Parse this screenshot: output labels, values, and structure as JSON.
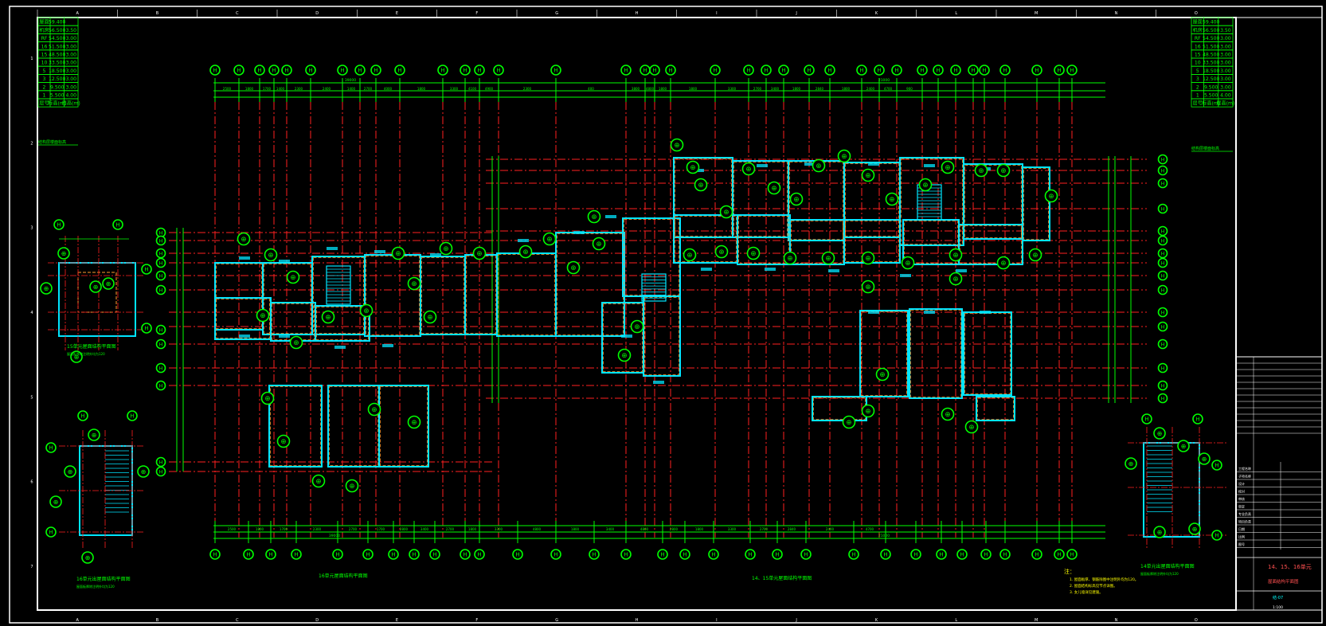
{
  "colors": {
    "background": "#000000",
    "frame": "#ffffff",
    "grid": "#00ff00",
    "axis": "#ff2020",
    "wall": "#00e5ff",
    "beam": "#ff9a2e",
    "note": "#ffff00"
  },
  "grid_labels": {
    "top": [
      "H",
      "H",
      "H",
      "H",
      "H",
      "H",
      "H",
      "H",
      "H",
      "H",
      "H",
      "H",
      "H",
      "H",
      "H",
      "H",
      "H",
      "H",
      "H",
      "H",
      "H",
      "H",
      "H",
      "H",
      "H",
      "H",
      "H",
      "H",
      "H",
      "H",
      "H",
      "H",
      "H",
      "H",
      "H",
      "H",
      "H"
    ],
    "left": [
      "H",
      "H",
      "H",
      "H",
      "H",
      "H",
      "H",
      "H",
      "H",
      "H",
      "H"
    ],
    "right": [
      "H",
      "H",
      "H",
      "H",
      "H",
      "H",
      "H",
      "H",
      "H",
      "H",
      "H",
      "H",
      "H",
      "H"
    ]
  },
  "ruler_top": [
    "A",
    "B",
    "C",
    "D",
    "E",
    "F",
    "G",
    "H",
    "I",
    "J",
    "K",
    "L",
    "M",
    "N",
    "O"
  ],
  "ruler_side": [
    "1",
    "2",
    "3",
    "4",
    "5",
    "6",
    "7"
  ],
  "dims_top": [
    "2500",
    "1800",
    "1700",
    "1400",
    "2300",
    "2400",
    "1400",
    "2700",
    "4000",
    "1800",
    "3300",
    "4100",
    "4900",
    "2300",
    "400",
    "3800",
    "4800",
    "1800",
    "1800",
    "3300",
    "2700",
    "3400",
    "1800",
    "2840",
    "1800",
    "2400",
    "4700",
    "900"
  ],
  "dims_bottom": [
    "2500",
    "1800",
    "1700",
    "2300",
    "2700",
    "1700",
    "2800",
    "3400",
    "2700",
    "1800",
    "3300",
    "4800",
    "1800",
    "3400",
    "4800",
    "2800",
    "1800",
    "3300",
    "2700",
    "2840",
    "2400",
    "4700"
  ],
  "dims_total_top": [
    "39000",
    "21000"
  ],
  "dims_total_bottom": [
    "39000",
    "21000"
  ],
  "tables": {
    "left": {
      "rows": [
        [
          "屋面",
          "59.400",
          ""
        ],
        [
          "机房",
          "56.500",
          "3.50"
        ],
        [
          "RF",
          "54.500",
          "3.00"
        ],
        [
          "16",
          "51.500",
          "3.00"
        ],
        [
          "15",
          "48.500",
          "3.00"
        ],
        [
          "10",
          "33.500",
          "3.00"
        ],
        [
          "5",
          "18.500",
          "3.00"
        ],
        [
          "3",
          "12.500",
          "3.00"
        ],
        [
          "2",
          "9.500",
          "3.00"
        ],
        [
          "1",
          "5.500",
          "4.00"
        ],
        [
          "层号",
          "标高(m)",
          "层高(m)"
        ]
      ],
      "caption": "结构层楼面标高"
    },
    "right": {
      "rows": [
        [
          "屋面",
          "59.400",
          ""
        ],
        [
          "机房",
          "56.500",
          "3.50"
        ],
        [
          "RF",
          "54.500",
          "3.00"
        ],
        [
          "16",
          "51.500",
          "3.00"
        ],
        [
          "15",
          "48.500",
          "3.00"
        ],
        [
          "10",
          "33.500",
          "3.00"
        ],
        [
          "5",
          "18.500",
          "3.00"
        ],
        [
          "3",
          "12.500",
          "3.00"
        ],
        [
          "2",
          "9.500",
          "3.00"
        ],
        [
          "1",
          "5.500",
          "4.00"
        ],
        [
          "层号",
          "标高(m)",
          "层高(m)"
        ]
      ],
      "caption": "结构层楼面标高"
    }
  },
  "captions": {
    "small_left_top": "15单元屋面结构平面图",
    "small_left_top_sub": "屋面板厚除注明外均为120",
    "small_left_bottom": "16单元出屋面结构平面图",
    "small_left_bottom_sub": "屋面板厚除注明外均为120",
    "main_left": "16单元屋面结构平面图",
    "main_right": "14、15单元屋面结构平面图",
    "small_right": "14单元出屋面结构平面图",
    "small_right_sub": "屋面板厚除注明外均为120",
    "scale": "1:100"
  },
  "notes": {
    "title": "注：",
    "lines": [
      "1. 屋面板厚、钢筋除图中注明外均为120。",
      "2. 屋面结构标高见节点详图。",
      "3. 女儿墙详见建施。"
    ]
  },
  "title_block": {
    "rows": [
      "工程名称",
      "子项名称",
      "设计",
      "校对",
      "审核",
      "审定",
      "专业负责",
      "项目负责",
      "日期",
      "比例",
      "图号"
    ],
    "project_title": "14、15、16单元",
    "drawing_name": "屋面结构平面图",
    "sheet_no": "结-07",
    "scale": "1:100"
  }
}
